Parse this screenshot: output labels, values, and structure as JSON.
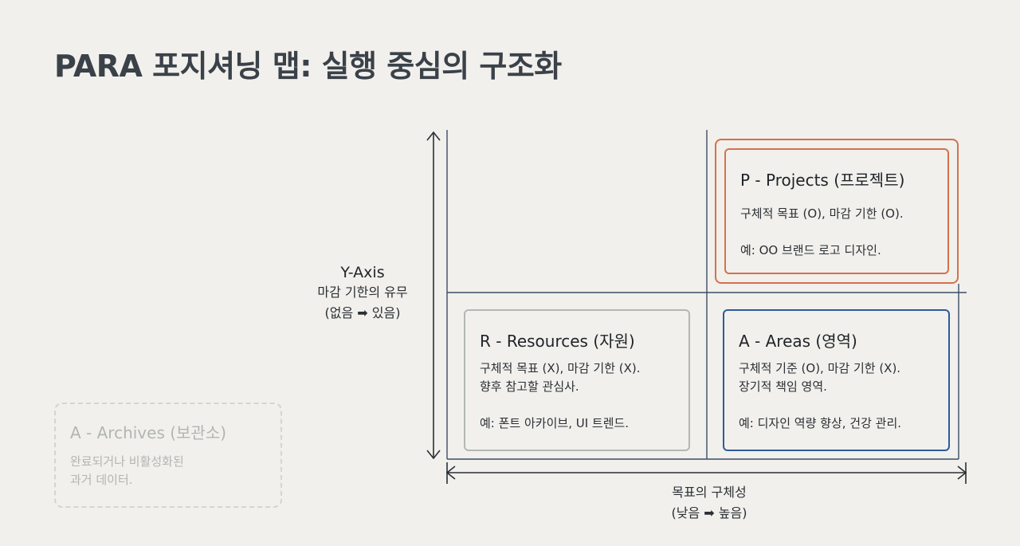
{
  "title": "PARA 포지셔닝 맵: 실행 중심의 구조화",
  "y_axis": {
    "title": "Y-Axis",
    "line1": "마감 기한의 유무",
    "line2": "(없음 ➡ 있음)"
  },
  "x_axis": {
    "line1": "목표의 구체성",
    "line2": "(낮음 ➡ 높음)"
  },
  "quadrants": {
    "projects": {
      "title": "P - Projects (프로젝트)",
      "desc1": "구체적 목표 (O), 마감 기한 (O).",
      "example": "예: OO 브랜드 로고 디자인.",
      "color": "#d4714c"
    },
    "resources": {
      "title": "R - Resources (자원)",
      "desc1": "구체적 목표 (X), 마감 기한 (X).",
      "desc2": "향후 참고할 관심사.",
      "example": "예: 폰트 아카이브, UI 트렌드.",
      "color": "#b4b7b4"
    },
    "areas": {
      "title": "A - Areas (영역)",
      "desc1": "구체적 기준 (O), 마감 기한 (X).",
      "desc2": "장기적 책임 영역.",
      "example": "예: 디자인 역량 향상, 건강 관리.",
      "color": "#2e5b9a"
    },
    "archives": {
      "title": "A - Archives (보관소)",
      "desc1": "완료되거나 비활성화된",
      "desc2": "과거 데이터.",
      "color": "#b3b5b3"
    }
  }
}
